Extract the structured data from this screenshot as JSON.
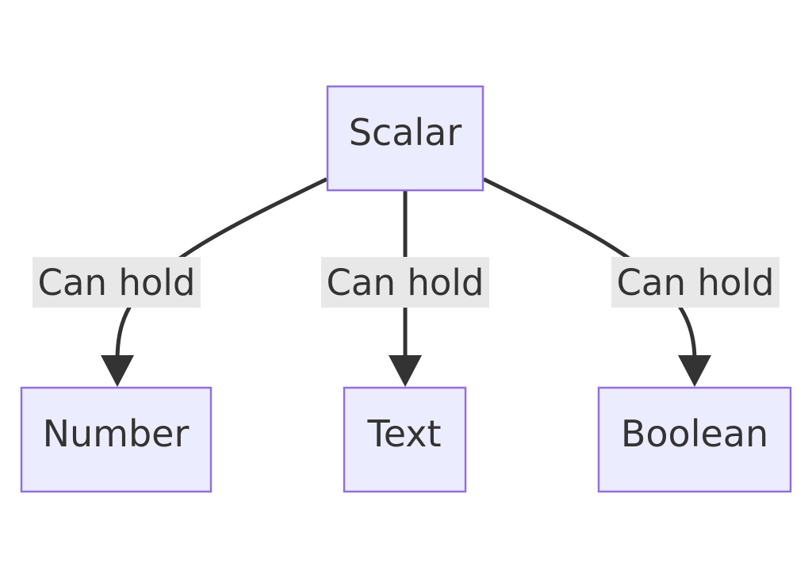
{
  "diagram": {
    "nodes": {
      "scalar": "Scalar",
      "number": "Number",
      "text": "Text",
      "boolean": "Boolean"
    },
    "edges": [
      {
        "from": "scalar",
        "to": "number",
        "label": "Can hold"
      },
      {
        "from": "scalar",
        "to": "text",
        "label": "Can hold"
      },
      {
        "from": "scalar",
        "to": "boolean",
        "label": "Can hold"
      }
    ]
  },
  "colors": {
    "node_fill": "#ececff",
    "node_stroke": "#9370db",
    "edge": "#333333",
    "label_bg": "#e8e8e8",
    "text": "#333333"
  }
}
